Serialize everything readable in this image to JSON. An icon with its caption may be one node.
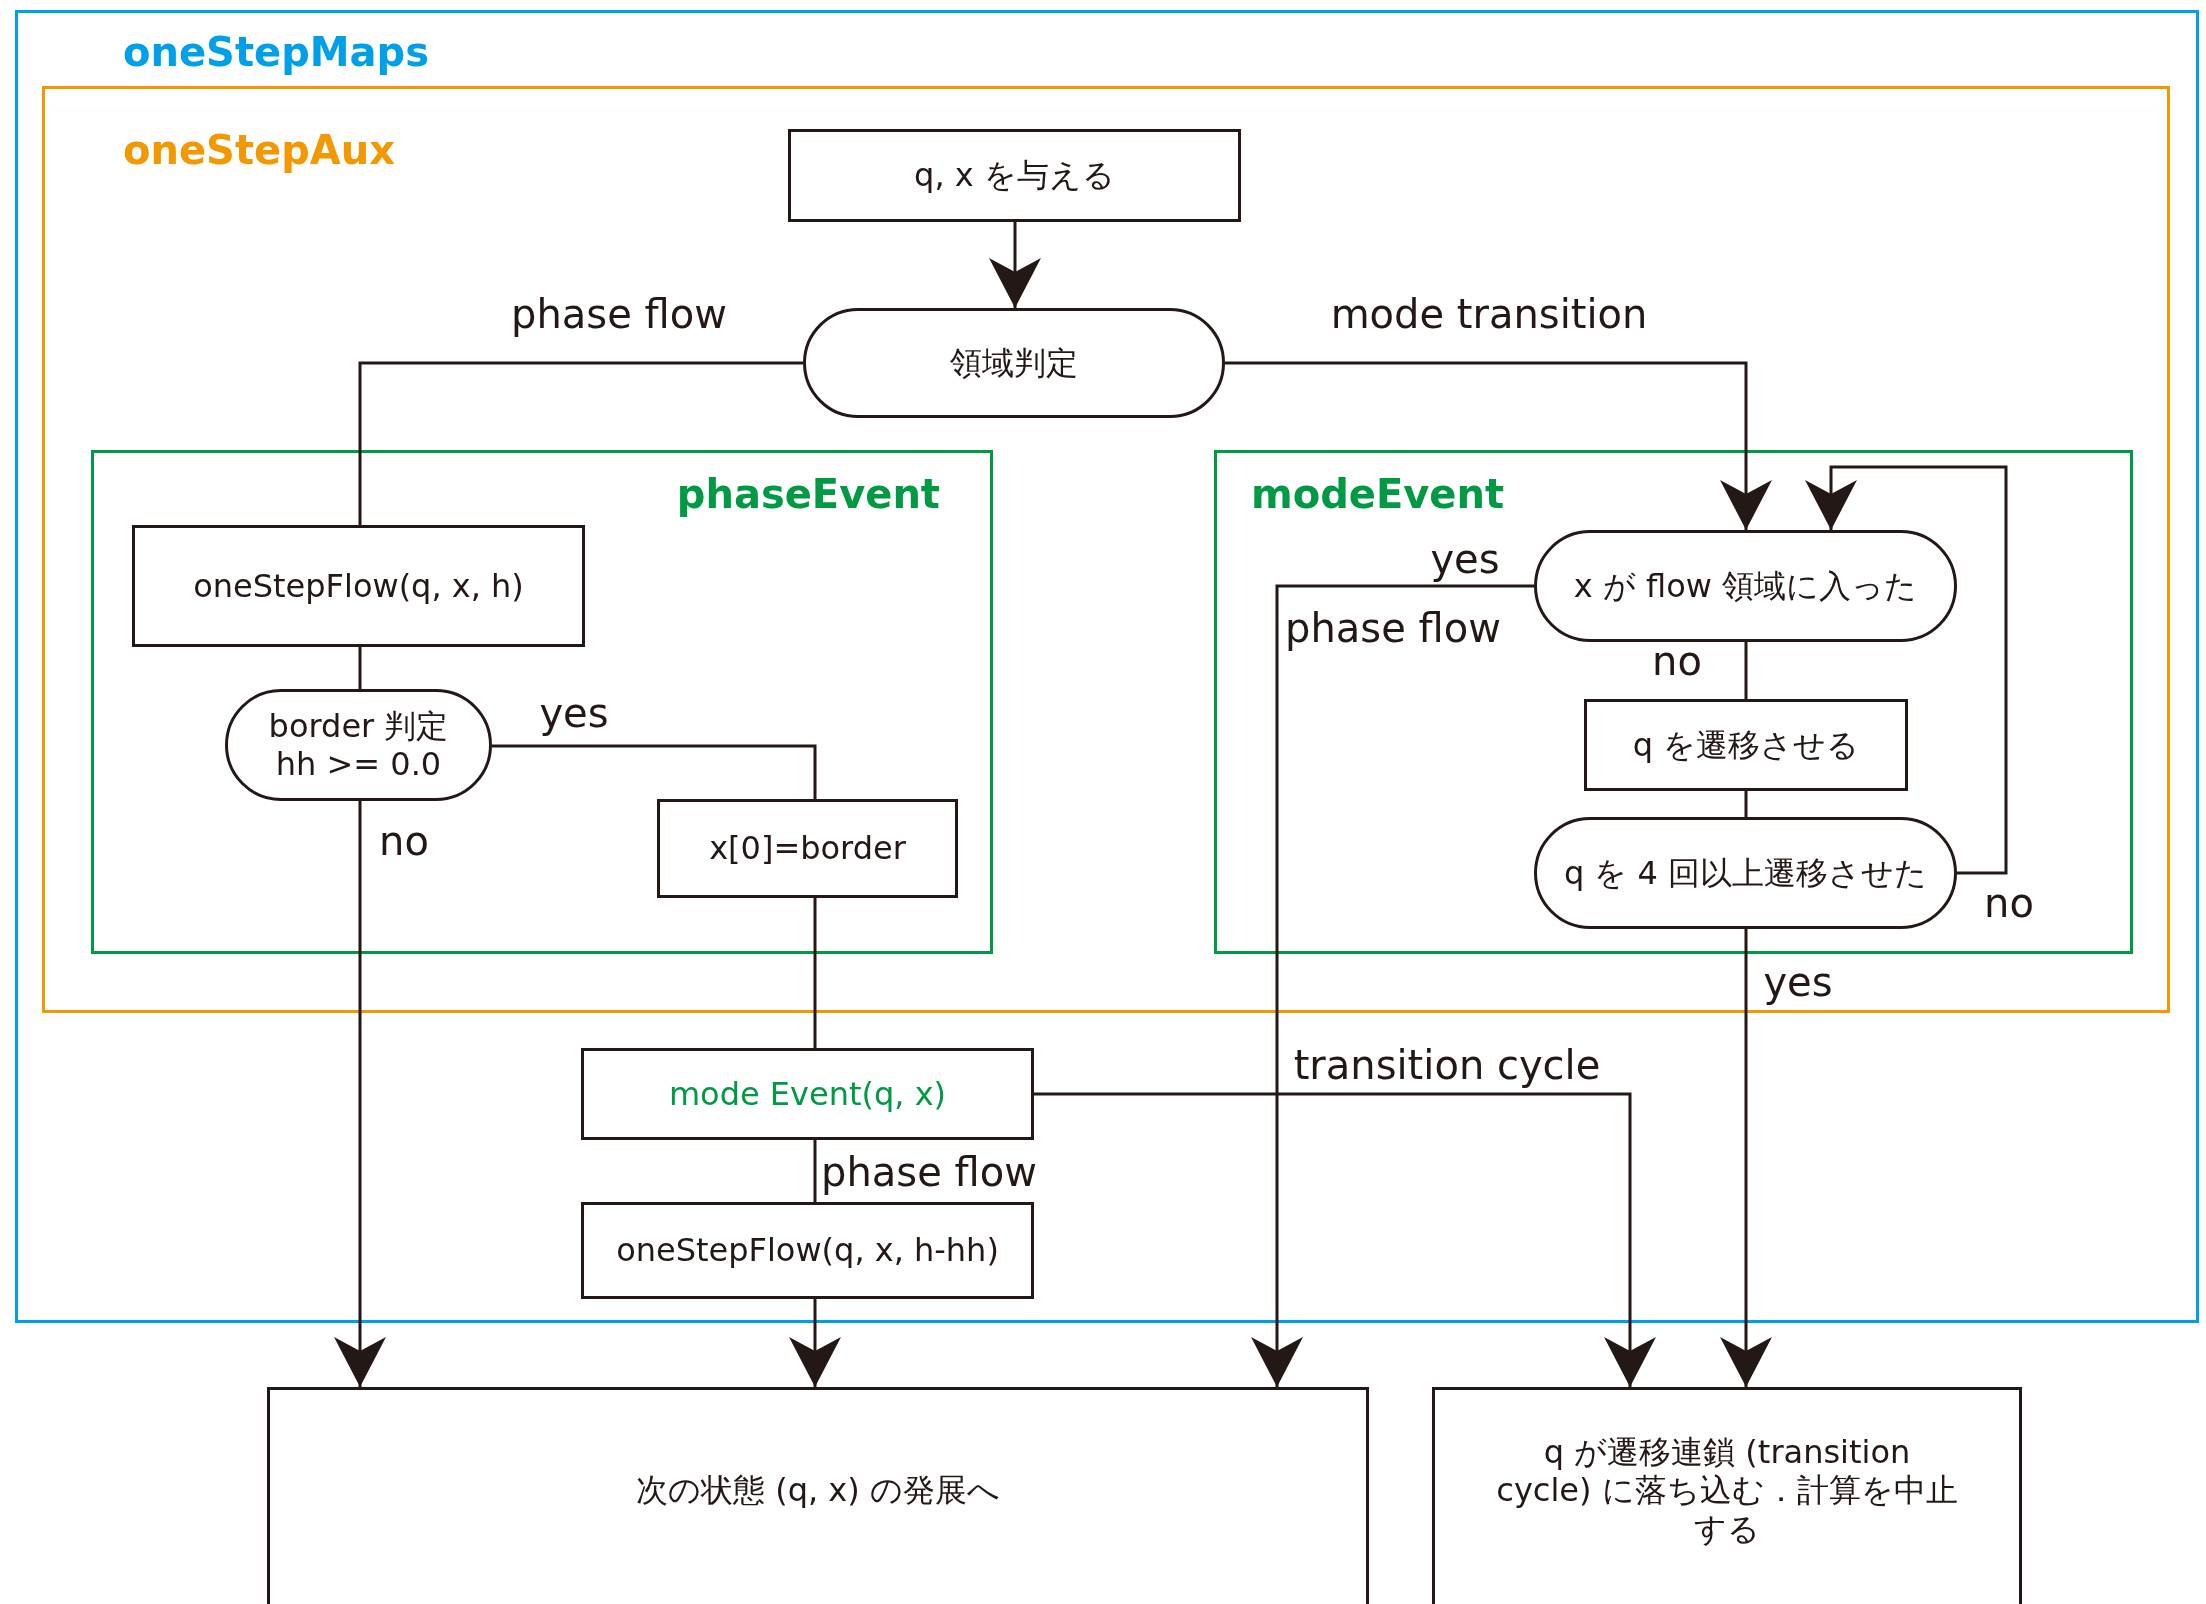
{
  "diagram": {
    "nodes": [
      {
        "text": [
          "oneStepMaps"
        ]
      },
      {
        "text": [
          "oneStepAux"
        ],
        "in": 0
      },
      {
        "text": [
          "q, x を与える"
        ],
        "in": 1
      },
      {
        "text": [
          "領域判定"
        ],
        "in": 1
      },
      {
        "text": [
          "phaseEvent"
        ],
        "in": 1
      },
      {
        "text": [
          "oneStepFlow(q, x, h)"
        ],
        "in": 4
      },
      {
        "text": [
          "border 判定",
          "hh >= 0.0"
        ],
        "in": 4
      },
      {
        "text": [
          "x[0]=border"
        ],
        "in": 4
      },
      {
        "text": [
          "modeEvent"
        ],
        "in": 1
      },
      {
        "text": [
          "x が flow 領域に入った"
        ],
        "in": 8
      },
      {
        "text": [
          "q を遷移させる"
        ],
        "in": 8
      },
      {
        "text": [
          "q を 4 回以上遷移させた"
        ],
        "in": 8
      },
      {
        "text": [
          "mode Event(q, x)"
        ],
        "in": 0
      },
      {
        "text": [
          "oneStepFlow(q, x, h-hh)"
        ],
        "in": 0
      },
      {
        "text": [
          "次の状態 (q, x) の発展へ"
        ]
      },
      {
        "text": [
          "q が遷移連鎖 (transition cycle) に落ち込む．計算を中止する"
        ]
      }
    ],
    "edges": [
      {
        "from": 2,
        "to": 3,
        "arrow": "to"
      },
      {
        "from": 3,
        "to": 5,
        "arrow": "none",
        "label": "phase flow"
      },
      {
        "from": 3,
        "to": 9,
        "arrow": "to",
        "label": "mode transition"
      },
      {
        "from": 5,
        "to": 6,
        "arrow": "none"
      },
      {
        "from": 6,
        "to": 7,
        "arrow": "none",
        "label": "yes"
      },
      {
        "from": 6,
        "to": 14,
        "arrow": "to",
        "label": "no"
      },
      {
        "from": 7,
        "to": 12,
        "arrow": "none"
      },
      {
        "from": 12,
        "to": 13,
        "arrow": "none",
        "label": "phase flow"
      },
      {
        "from": 13,
        "to": 14,
        "arrow": "to"
      },
      {
        "from": 12,
        "to": 15,
        "arrow": "to",
        "label": "transition cycle"
      },
      {
        "from": 9,
        "to": 14,
        "arrow": "to",
        "label": "yes"
      },
      {
        "from": 9,
        "to": 10,
        "arrow": "none",
        "label": "no"
      },
      {
        "from": 10,
        "to": 11,
        "arrow": "none"
      },
      {
        "from": 11,
        "to": 9,
        "arrow": "to",
        "label": "no"
      },
      {
        "from": 11,
        "to": 15,
        "arrow": "to",
        "label": "yes"
      }
    ],
    "labels": [
      "phase flow"
    ]
  }
}
